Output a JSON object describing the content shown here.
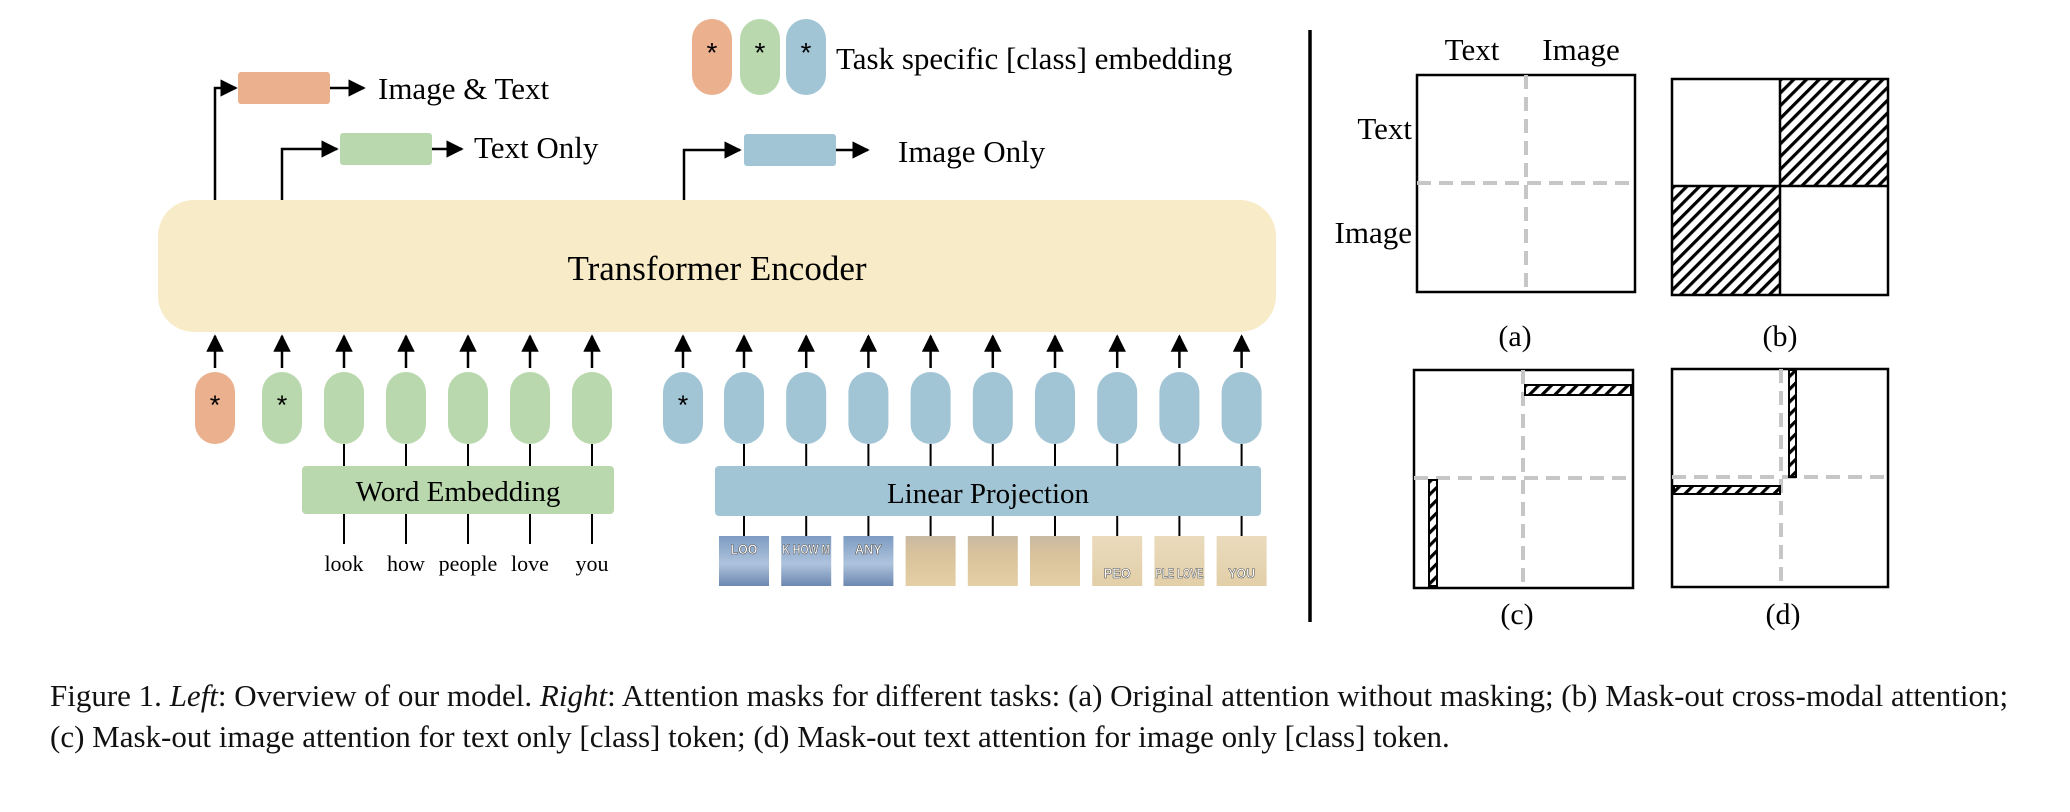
{
  "legend": {
    "star": "*",
    "label": "Task specific [class] embedding"
  },
  "outputs": {
    "image_text": "Image & Text",
    "text_only": "Text Only",
    "image_only": "Image Only"
  },
  "encoder": {
    "label": "Transformer Encoder"
  },
  "tokens": {
    "class_star": "*",
    "word_embedding": "Word Embedding",
    "linear_projection": "Linear Projection",
    "words": [
      "look",
      "how",
      "people",
      "love",
      "you"
    ]
  },
  "patches": [
    {
      "text": "LOO",
      "kind": "sky"
    },
    {
      "text": "K HOW M",
      "kind": "sky"
    },
    {
      "text": "ANY",
      "kind": "sky"
    },
    {
      "text": "",
      "kind": "sand"
    },
    {
      "text": "",
      "kind": "sand"
    },
    {
      "text": "",
      "kind": "sand"
    },
    {
      "text": "PEO",
      "kind": "pale"
    },
    {
      "text": "PLE LOVE",
      "kind": "pale"
    },
    {
      "text": "YOU",
      "kind": "pale"
    }
  ],
  "masks": {
    "col_text": "Text",
    "col_image": "Image",
    "row_text": "Text",
    "row_image": "Image",
    "labels": [
      "(a)",
      "(b)",
      "(c)",
      "(d)"
    ]
  },
  "colors": {
    "orange": "#EBB08E",
    "green": "#B9D8AD",
    "blue": "#A2C5D6",
    "encoder": "#F8EBC8"
  },
  "caption": {
    "fig": "Figure 1.",
    "left": "Left",
    "left_text": ": Overview of our model.",
    "right": "Right",
    "right_text": ": Attention masks for different tasks: (a) Original attention without masking; (b) Mask-out cross-modal attention; (c) Mask-out image attention for text only [class] token; (d) Mask-out text attention for image only [class] token."
  }
}
